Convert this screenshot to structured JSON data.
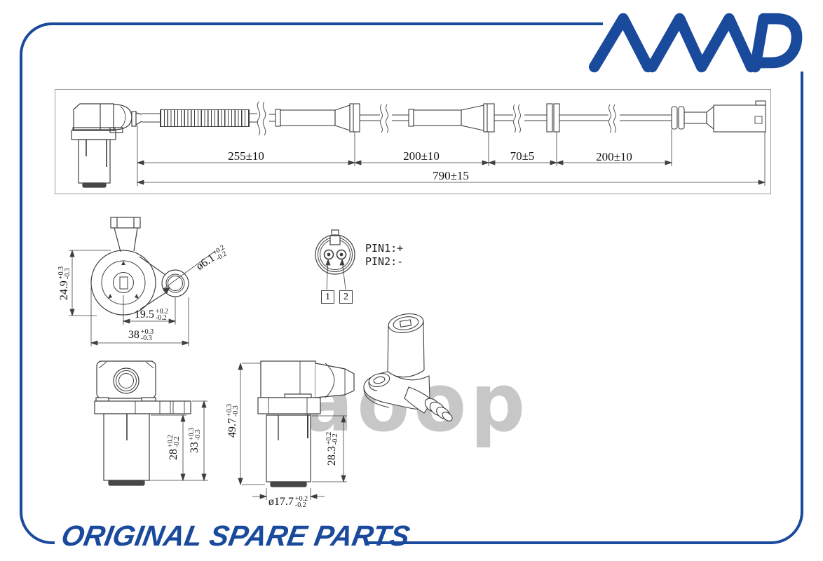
{
  "brand": {
    "logo_text": "AMD",
    "slogan": "ORIGINAL SPARE PARTS",
    "blue": "#1a4a9c"
  },
  "watermark": {
    "text": "aoop"
  },
  "cable_drawing": {
    "seg1": "255±10",
    "seg2": "200±10",
    "seg3": "70±5",
    "seg4": "200±10",
    "total": "790±15"
  },
  "front_view": {
    "height": {
      "val": "24.9",
      "plus": "+0.3",
      "minus": "-0.3"
    },
    "hole_dia": {
      "val": "ø6.1",
      "plus": "+0.2",
      "minus": "-0.2"
    },
    "hole_pitch": {
      "val": "19.5",
      "plus": "+0.2",
      "minus": "-0.2"
    },
    "width": {
      "val": "38",
      "plus": "+0.3",
      "minus": "-0.3"
    }
  },
  "pinout": {
    "pin1_label": "PIN1:+",
    "pin2_label": "PIN2:-",
    "pin1_num": "1",
    "pin2_num": "2"
  },
  "side_view": {
    "body_height": {
      "val": "28",
      "plus": "+0.2",
      "minus": "-0.2"
    },
    "total_height": {
      "val": "33",
      "plus": "+0.3",
      "minus": "-0.3"
    }
  },
  "front_view2": {
    "total_height": {
      "val": "49.7",
      "plus": "+0.3",
      "minus": "-0.3"
    },
    "body_height": {
      "val": "28.3",
      "plus": "+0.2",
      "minus": "-0.2"
    },
    "barrel_dia": {
      "val": "ø17.7",
      "plus": "+0.2",
      "minus": "-0.2"
    }
  }
}
